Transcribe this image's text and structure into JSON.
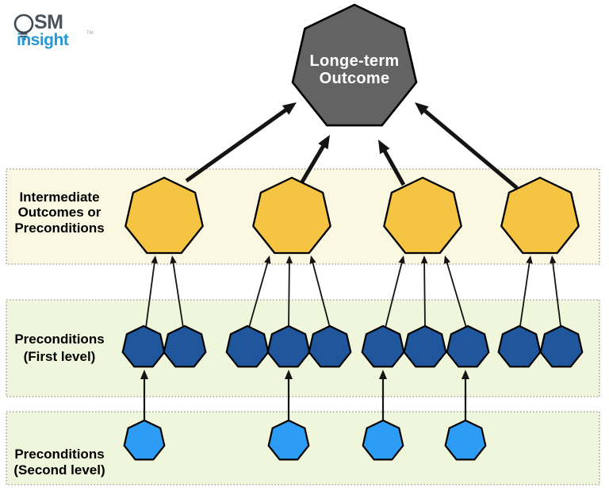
{
  "logo": {
    "brand_top": "SM",
    "brand_bottom": "insight",
    "trademark": "TM",
    "colors": {
      "brand_top": "#4A545E",
      "brand_bottom": "#2598D5",
      "bulb": "#3F4A54"
    }
  },
  "diagram": {
    "type": "theory-of-change-hierarchy",
    "long_term_outcome": {
      "label_lines": [
        "Longe-term",
        "Outcome"
      ],
      "fill": "#636363",
      "text_color": "#FFFFFF"
    },
    "bands": [
      {
        "id": "intermediate",
        "label_lines": [
          "Intermediate",
          "Outcomes or",
          "Preconditions"
        ],
        "bg": "#FBF8E1"
      },
      {
        "id": "first-level",
        "label_lines": [
          "Preconditions",
          "(First level)"
        ],
        "bg": "#EFF6DB"
      },
      {
        "id": "second-level",
        "label_lines": [
          "Preconditions",
          "(Second level)"
        ],
        "bg": "#EFF6DB"
      }
    ],
    "intermediate": {
      "count": 4,
      "fill": "#F5C443"
    },
    "first_level": {
      "groups": [
        2,
        3,
        3,
        2
      ],
      "fill": "#20579C"
    },
    "second_level": {
      "count": 4,
      "fill": "#2D9CF4"
    },
    "outline_color": "#000000",
    "arrow_color": "#141414",
    "band_border_color": "#808080",
    "label_color": "#000000"
  }
}
